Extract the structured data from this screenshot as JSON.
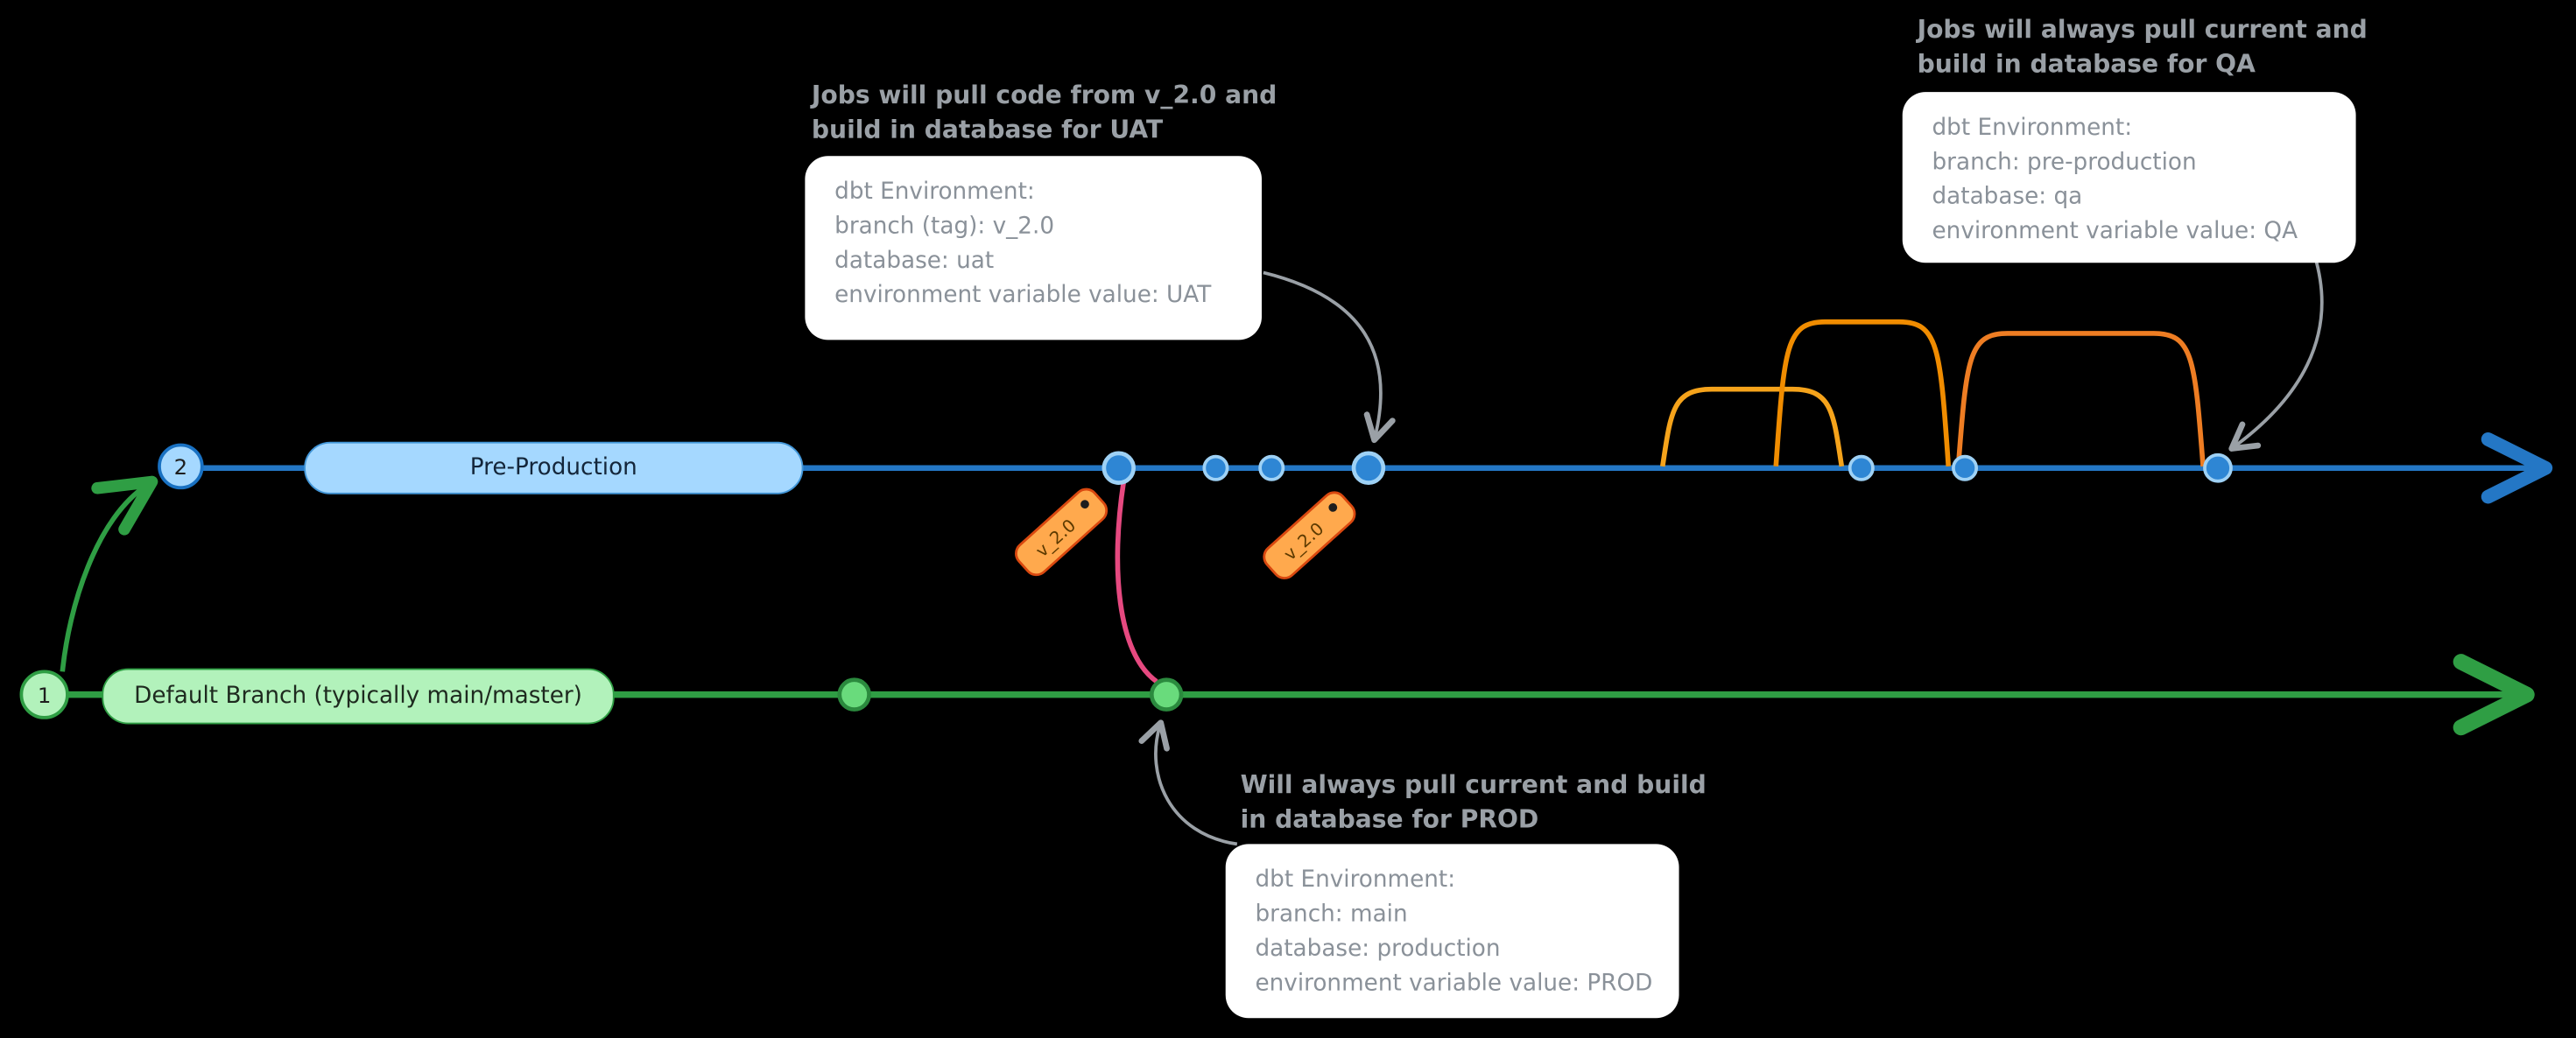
{
  "diagram": {
    "title": "dbt git branching environments diagram"
  },
  "colors": {
    "background": "#000000",
    "default_branch": "#2f9e44",
    "default_branch_fill": "#b2f2bb",
    "preprod_branch": "#2477c5",
    "preprod_fill": "#a5d8ff",
    "merge_line": "#e64980",
    "tag_fill": "#ffa94d",
    "tag_stroke": "#d9480f",
    "arc_yellow": "#f5a31b",
    "arc_orange": "#f08c00",
    "arc_deep_orange": "#ee7d23",
    "callout_bg": "#ffffff",
    "annotation_text": "#9aa0a6"
  },
  "branches": {
    "default": {
      "badge": "1",
      "label": "Default Branch (typically main/master)"
    },
    "preprod": {
      "badge": "2",
      "label": "Pre-Production"
    }
  },
  "tags": [
    {
      "label": "v_2.0"
    },
    {
      "label": "v_2.0"
    }
  ],
  "callouts": {
    "uat": {
      "title_line1": "Jobs will pull code from v_2.0 and",
      "title_line2": "build in database for UAT",
      "lines": [
        "dbt Environment:",
        "branch (tag): v_2.0",
        "database: uat",
        "environment variable value: UAT"
      ]
    },
    "qa": {
      "title_line1": "Jobs will always pull current and",
      "title_line2": "build in database for QA",
      "lines": [
        "dbt Environment:",
        "branch: pre-production",
        "database: qa",
        "environment variable value: QA"
      ]
    },
    "prod": {
      "title_line1": "Will always pull current and build",
      "title_line2": "in database for PROD",
      "lines": [
        "dbt Environment:",
        "branch: main",
        "database: production",
        "environment variable value: PROD"
      ]
    }
  }
}
